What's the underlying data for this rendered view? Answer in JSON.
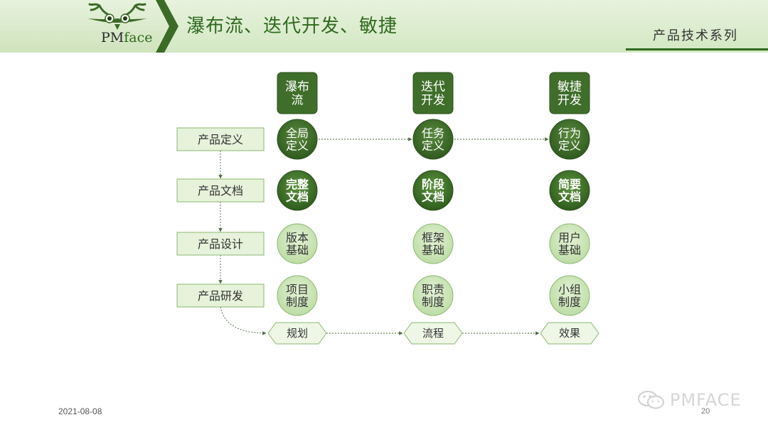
{
  "header": {
    "logo_pm": "PM",
    "logo_face": "face",
    "title": "瀑布流、迭代开发、敏捷",
    "series": "产品技术系列"
  },
  "colors": {
    "dark_green": "#3b6b27",
    "mid_green": "#4a7a32",
    "light_green": "#cde6b9",
    "box_fill": "#e6f2da",
    "hex_fill": "#eef6e6"
  },
  "diagram": {
    "columns": [
      {
        "header": [
          "瀑布",
          "流"
        ],
        "nodes": [
          [
            "全局",
            "定义"
          ],
          [
            "完整",
            "文档"
          ],
          [
            "版本",
            "基础"
          ],
          [
            "项目",
            "制度"
          ]
        ],
        "outcome": "规划"
      },
      {
        "header": [
          "迭代",
          "开发"
        ],
        "nodes": [
          [
            "任务",
            "定义"
          ],
          [
            "阶段",
            "文档"
          ],
          [
            "框架",
            "基础"
          ],
          [
            "职责",
            "制度"
          ]
        ],
        "outcome": "流程"
      },
      {
        "header": [
          "敏捷",
          "开发"
        ],
        "nodes": [
          [
            "行为",
            "定义"
          ],
          [
            "简要",
            "文档"
          ],
          [
            "用户",
            "基础"
          ],
          [
            "小组",
            "制度"
          ]
        ],
        "outcome": "效果"
      }
    ],
    "stages": [
      "产品定义",
      "产品文档",
      "产品设计",
      "产品研发"
    ]
  },
  "footer": {
    "date": "2021-08-08",
    "page": "20",
    "watermark": "PMFACE"
  }
}
